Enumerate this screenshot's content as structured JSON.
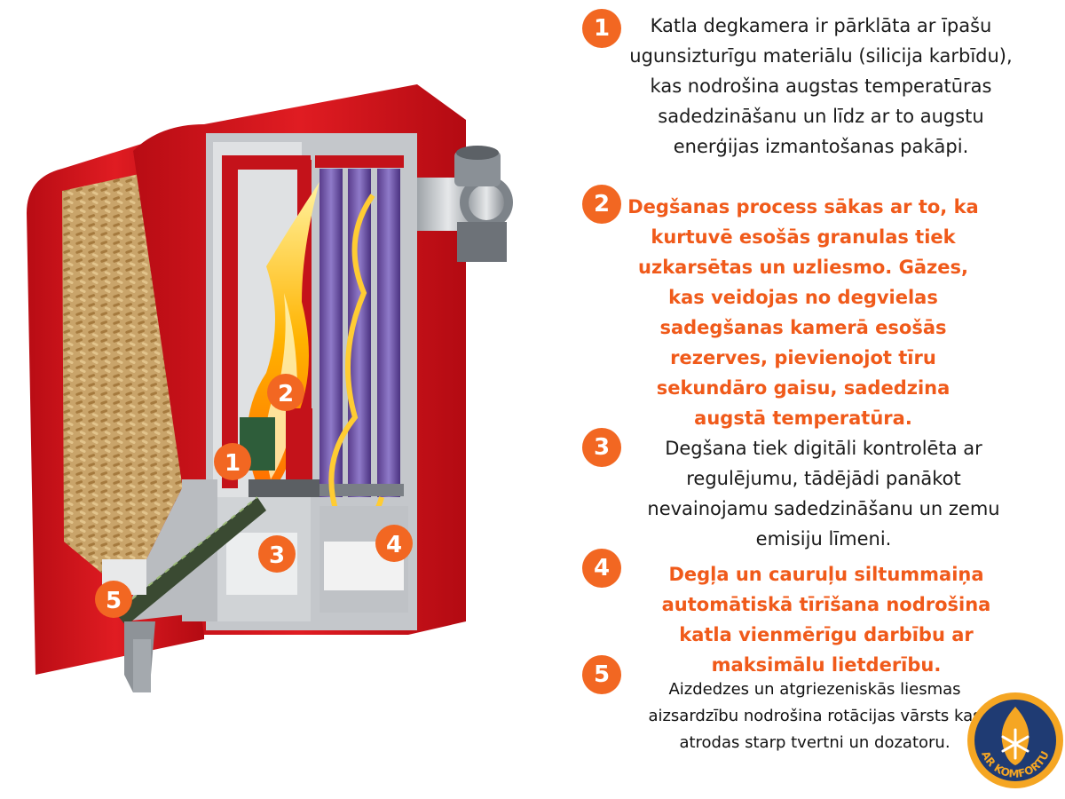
{
  "callouts": [
    {
      "num": "1",
      "text": "Katla degkamera ir pārklāta ar īpašu ugunsizturīgu materiālu (silicija karbīdu), kas nodrošina augstas temperatūras sadedzināšanu un līdz ar to augstu enerģijas izmantošanas pakāpi."
    },
    {
      "num": "2",
      "text": "Degšanas process sākas ar to, ka kurtuvē esošās granulas tiek uzkarsētas un uzliesmo. Gāzes, kas veidojas no degvielas sadegšanas kamerā esošās rezerves, pievienojot tīru sekundāro gaisu, sadedzina augstā temperatūra."
    },
    {
      "num": "3",
      "text": "Degšana tiek digitāli kontrolēta ar regulējumu, tādējādi panākot nevainojamu sadedzināšanu un zemu emisiju līmeni."
    },
    {
      "num": "4",
      "text": "Degļa un cauruļu siltummaiņa automātiskā tīrīšana nodrošina katla vienmērīgu darbību ar maksimālu lietderību."
    },
    {
      "num": "5",
      "text": "Aizdedzes un atgriezeniskās liesmas aizsardzību nodrošina rotācijas vārsts kas atrodas starp tvertni un dozatoru."
    }
  ],
  "diagram_labels": [
    "1",
    "2",
    "3",
    "4",
    "5"
  ],
  "logo": {
    "text": "AR KOMFORTU",
    "icon": "flame-snowflake-icon"
  },
  "colors": {
    "accent": "#f26722",
    "boiler_red": "#d7141d",
    "orange_text": "#f05a1a"
  }
}
